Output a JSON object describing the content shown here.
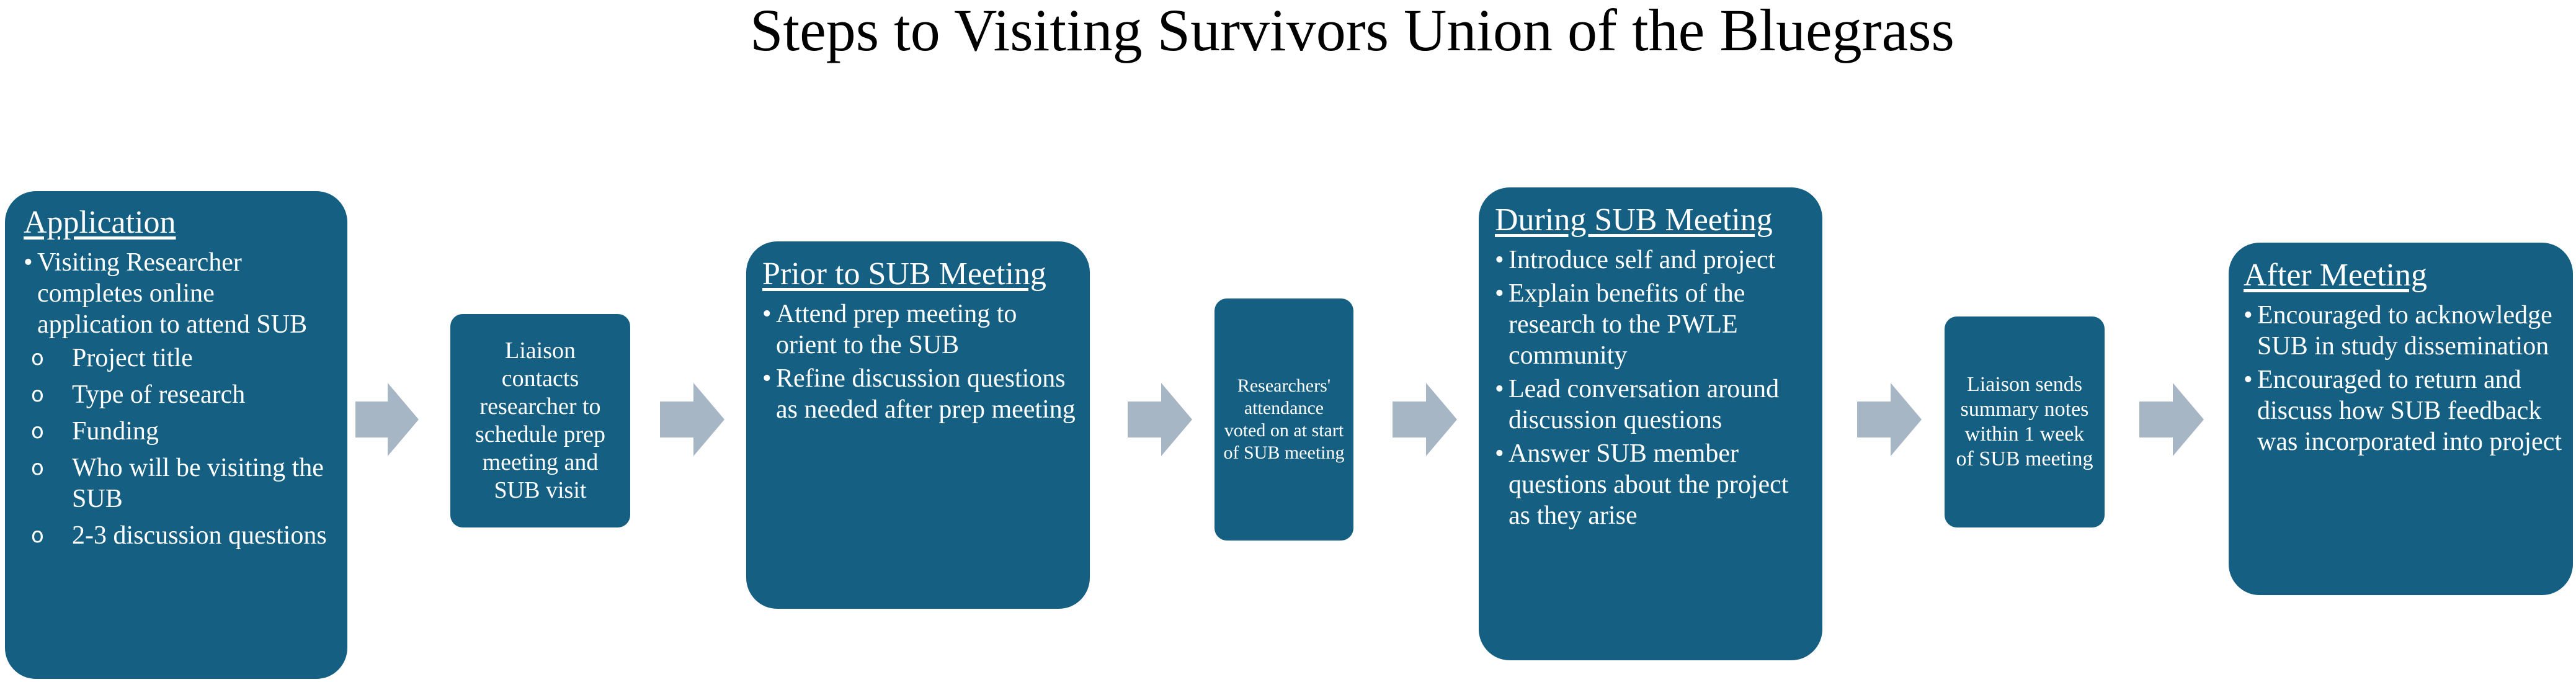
{
  "title": "Steps to Visiting Survivors Union of the Bluegrass",
  "application": {
    "heading": "Application",
    "bullet": "Visiting Researcher completes online application to attend SUB",
    "subs": [
      "Project title",
      "Type of research",
      "Funding",
      "Who will be visiting the SUB",
      "2-3 discussion questions"
    ]
  },
  "liaison_contact": {
    "text": "Liaison contacts researcher to schedule prep meeting and SUB visit"
  },
  "prior": {
    "heading": "Prior to SUB Meeting",
    "bullets": [
      "Attend prep meeting to orient to the SUB",
      "Refine discussion questions as needed after prep meeting"
    ]
  },
  "attendance_vote": {
    "text": "Researchers' attendance voted on at start of SUB meeting"
  },
  "during": {
    "heading": "During SUB Meeting",
    "bullets": [
      "Introduce self and project",
      "Explain benefits of the research to the PWLE community",
      "Lead conversation around discussion questions",
      "Answer SUB member questions about the project as they arise"
    ]
  },
  "summary_notes": {
    "text": "Liaison sends summary notes within 1 week of SUB meeting"
  },
  "after": {
    "heading": "After Meeting",
    "bullets": [
      "Encouraged to acknowledge SUB in study dissemination",
      "Encouraged to return and discuss how SUB feedback was incorporated into project"
    ]
  },
  "bullet_glyph": "•",
  "sub_glyph": "o",
  "colors": {
    "box": "#155f82",
    "arrow": "#a6b6c5",
    "title": "#000000",
    "text": "#ffffff"
  }
}
